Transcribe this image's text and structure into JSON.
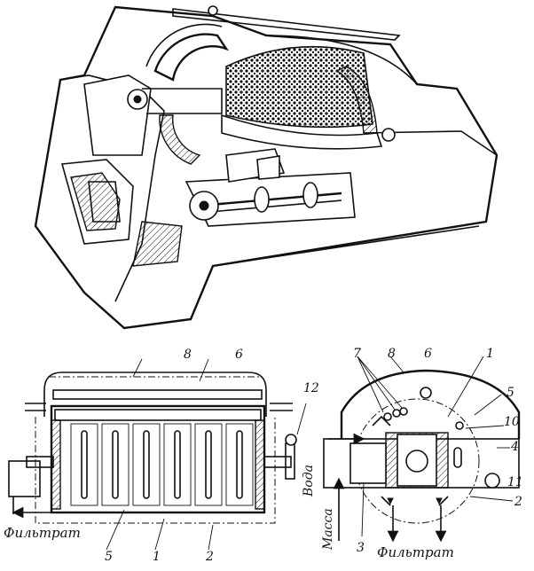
{
  "labels": {
    "top_left": {
      "n8": "8",
      "n6": "6",
      "n12": "12",
      "n5": "5",
      "n1": "1",
      "n2": "2"
    },
    "filtrate_left": "Фильтрат",
    "right": {
      "n7": "7",
      "n8": "8",
      "n6": "6",
      "n1": "1",
      "n5": "5",
      "n10": "10",
      "n4": "4",
      "n11": "11",
      "n2": "2",
      "n3": "3"
    },
    "water": "Вода",
    "mass": "Масса",
    "filtrate_right": "Фильтрат"
  }
}
